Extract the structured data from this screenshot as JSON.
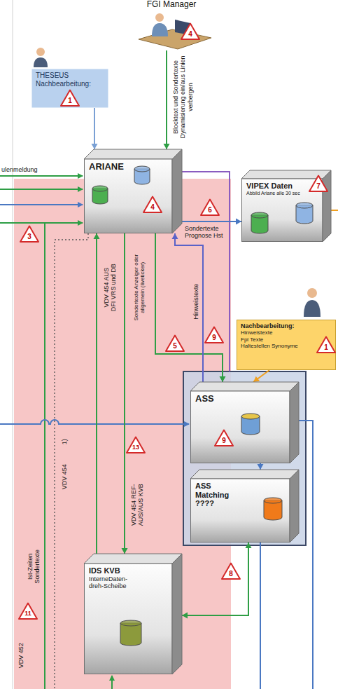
{
  "diagram": {
    "nodes": [
      {
        "text": [
          "FGI Manager"
        ]
      },
      {
        "text": [
          "THESEUS Nachbearbeitung:"
        ]
      },
      {
        "text": [
          "ARIANE"
        ]
      },
      {
        "text": [
          "VIPEX Daten",
          "Abbild Ariane alle 30 sec"
        ]
      },
      {
        "text": [
          "Nachbearbeitung:",
          "Hinweistexte",
          "Fpl Texte",
          "Haltestellen Synonyme"
        ]
      },
      {
        "text": [
          "ASS"
        ]
      },
      {
        "text": [
          "ASS Matching",
          "????"
        ]
      },
      {
        "text": [
          "IDS KVB",
          "InterneDaten- dreh-Scheibe"
        ]
      }
    ],
    "edges": [
      {
        "from": 0,
        "to": 2,
        "arrow": "to"
      },
      {
        "from": 1,
        "to": 2,
        "arrow": "to"
      },
      {
        "from": 2,
        "to": 3,
        "arrow": "to"
      },
      {
        "from": 2,
        "to": 5,
        "arrow": "to"
      },
      {
        "from": 5,
        "to": 2,
        "arrow": "to"
      },
      {
        "from": 4,
        "to": 5,
        "arrow": "to"
      },
      {
        "from": 5,
        "to": 6,
        "arrow": "to"
      },
      {
        "from": 7,
        "to": 2,
        "arrow": "to"
      },
      {
        "from": 2,
        "to": 7,
        "arrow": "to"
      },
      {
        "from": 6,
        "to": 7,
        "arrow": "both"
      }
    ],
    "labels": [
      "4",
      "1",
      "Blocktext und Sondertexte Dynamisierung ein/aus Linien verbergen",
      "ulenmeldung",
      "3",
      "4",
      "7",
      "6",
      "Sondertexte Prognose Hst",
      "VDV 454 AUS DFI VRS und DB",
      "Sondertexte Anzeiger oder allgemein (liveticker)",
      "Hinweistexte",
      "9",
      "1",
      "5",
      "9",
      "13",
      "VDV 454 REF-AUS/AUS KVB",
      "VDV 454",
      "1)",
      "Ist-Zeiten Sondertexte",
      "11",
      "8",
      "VDV 452"
    ]
  }
}
